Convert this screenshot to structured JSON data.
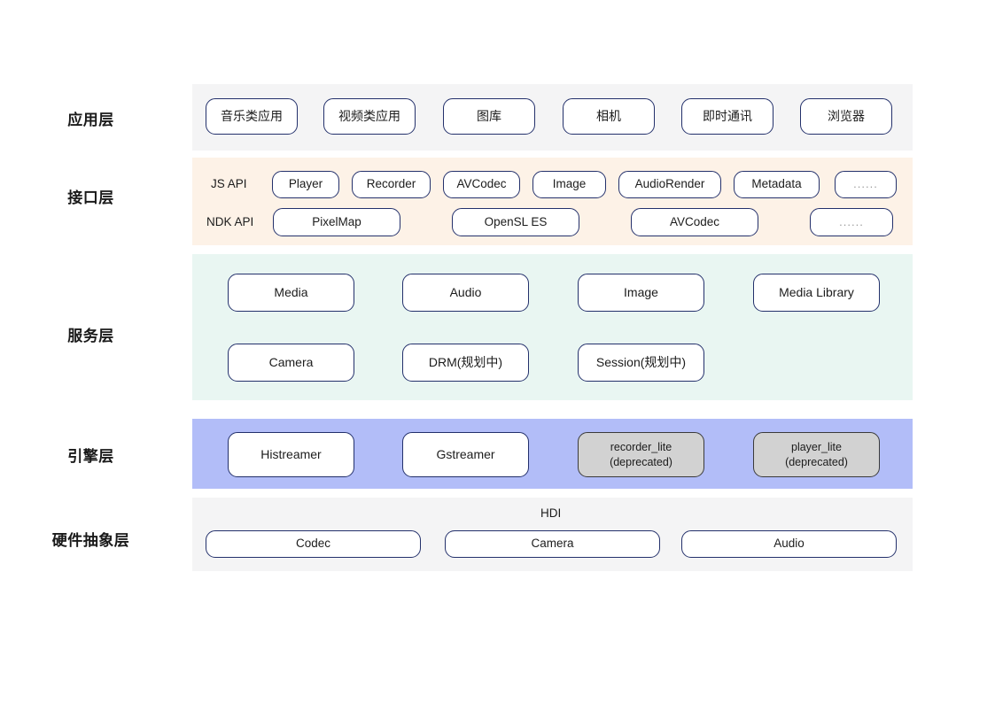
{
  "layers": [
    {
      "id": "application",
      "label": "应用层",
      "band_color": "#f4f4f5",
      "items": [
        "音乐类应用",
        "视频类应用",
        "图库",
        "相机",
        "即时通讯",
        "浏览器"
      ]
    },
    {
      "id": "interface",
      "label": "接口层",
      "band_color": "#fdf2e7",
      "rows": [
        {
          "tag": "JS API",
          "items": [
            "Player",
            "Recorder",
            "AVCodec",
            "Image",
            "AudioRender",
            "Metadata",
            "......"
          ]
        },
        {
          "tag": "NDK API",
          "items": [
            "PixelMap",
            "OpenSL ES",
            "AVCodec",
            "......"
          ]
        }
      ]
    },
    {
      "id": "service",
      "label": "服务层",
      "band_color": "#e9f6f2",
      "rows": [
        {
          "items": [
            "Media",
            "Audio",
            "Image",
            "Media Library"
          ]
        },
        {
          "items": [
            "Camera",
            "DRM(规划中)",
            "Session(规划中)"
          ]
        }
      ]
    },
    {
      "id": "engine",
      "label": "引擎层",
      "band_color": "#b2bdf8",
      "items": [
        {
          "label": "Histreamer",
          "deprecated": false
        },
        {
          "label": "Gstreamer",
          "deprecated": false
        },
        {
          "label": "recorder_lite",
          "sublabel": "(deprecated)",
          "deprecated": true
        },
        {
          "label": "player_lite",
          "sublabel": "(deprecated)",
          "deprecated": true
        }
      ]
    },
    {
      "id": "hal",
      "label": "硬件抽象层",
      "band_color": "#f4f4f5",
      "caption": "HDI",
      "items": [
        "Codec",
        "Camera",
        "Audio"
      ]
    }
  ],
  "colors": {
    "border": "#23306b",
    "deprecated_fill": "#d2d2d2",
    "deprecated_border": "#3a3a3a",
    "text": "#1c1c1c"
  }
}
